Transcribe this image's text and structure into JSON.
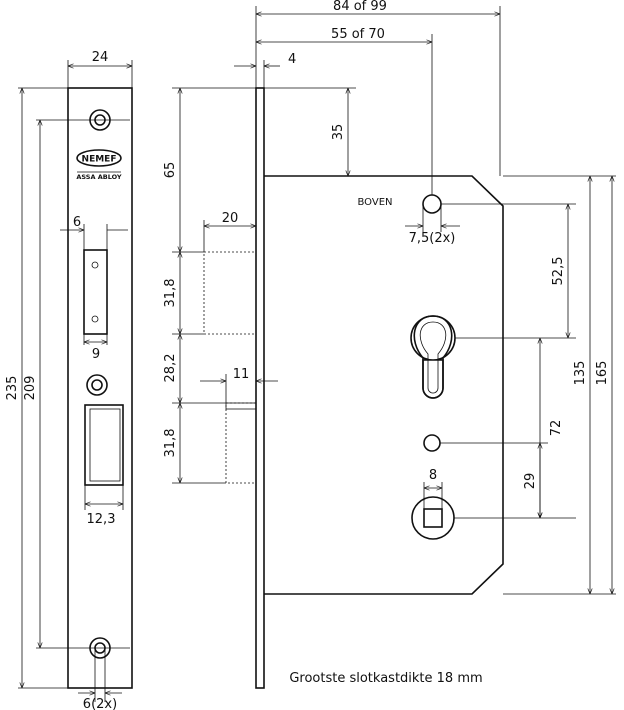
{
  "drawing": {
    "dimensions": {
      "faceplate_width": "24",
      "height_total": "235",
      "hole_spacing": "209",
      "latch_slot_width": "6",
      "latch_slot_depth": "9",
      "bolt_width": "12,3",
      "screw_holes": "6(2x)",
      "backset_outer": "84 of 99",
      "backset_inner": "55 of 70",
      "plate_thickness": "4",
      "top_offset": "35",
      "latch_top": "65",
      "latch_projection": "20",
      "latch_height": "31,8",
      "gap_between": "28,2",
      "bolt_projection": "11",
      "bolt_height": "31,8",
      "fixing_hole": "7,5(2x)",
      "cyl_to_top": "52,5",
      "cyl_to_bottom": "72",
      "spindle_to_hole": "29",
      "box_height_inner": "135",
      "box_height_outer": "165",
      "spindle_size": "8"
    },
    "labels": {
      "boven": "BOVEN",
      "brand": "NEMEF",
      "brand_sub": "ASSA ABLOY",
      "caption": "Grootste slotkastdikte 18 mm"
    }
  }
}
